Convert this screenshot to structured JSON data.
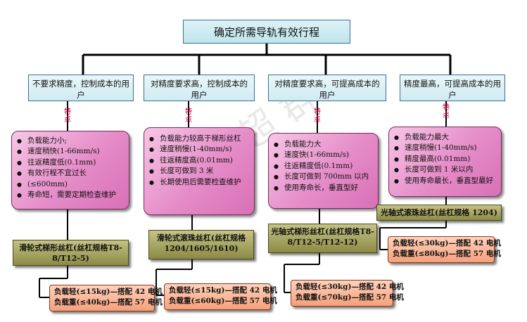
{
  "title": "确定所需导轨有效行程",
  "feature_label": "特点",
  "watermark": "朕 宏 超 群",
  "branches": [
    {
      "category": "不要求精度，控制成本的用户",
      "features": [
        "负载能力小;",
        "速度稍快(1-66mm/s)",
        "往返精度低(0.1mm)",
        "有效行程不宜过长",
        "(≤600mm)",
        "寿命短，需要定期检查维护"
      ],
      "product": "滑轮式梯形丝杠(丝杠规格T8-8/T12-5)",
      "motor": [
        "负载轻(≤15kg)—搭配 42 电机",
        "负载重(≤40kg)—搭配 57 电机"
      ]
    },
    {
      "category": "对精度要求高，控制成本的用户",
      "features": [
        "负载能力较高于梯形丝杠",
        "速度稍慢(1-40mm/s)",
        "往返精度高(0.01mm)",
        "长度可做到 3 米",
        "长期使用后需要检查维护"
      ],
      "product": "滑轮式滚珠丝杠(丝杠规格1204/1605/1610)",
      "motor": [
        "负载轻(≤15kg)—搭配 42 电机",
        "负载重(≤60kg)—搭配 57 电机"
      ]
    },
    {
      "category": "对精度要求高，可提高成本的用户",
      "features": [
        "负载能力大",
        "速度快(1-66mm/s)",
        "往返精度低(0.1mm)",
        "长度可做到 700mm 以内",
        "使用寿命长，垂直型好"
      ],
      "product": "光轴式梯形丝杠(丝杠规格T8-8/T12-5/T12-12)",
      "motor": [
        "负载轻(≤30kg)—搭配 42 电机",
        "负载重(≤70kg)—搭配 57 电机"
      ]
    },
    {
      "category": "精度最高，可提高成本的用户",
      "features": [
        "负载能力最大",
        "速度稍慢(1-40mm/s)",
        "精度最高(0.01mm)",
        "长度可做到 1 米以内",
        "使用寿命最长，垂直型最好"
      ],
      "product": "光轴式滚珠丝杠(丝杠规格 1204)",
      "motor": [
        "负载轻(≤30kg)—搭配 42 电机",
        "负载重(≤80kg)—搭配 57 电机"
      ]
    }
  ]
}
